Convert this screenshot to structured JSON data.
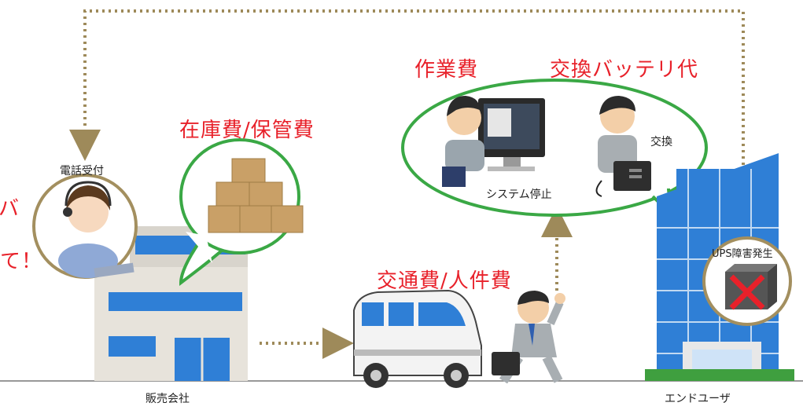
{
  "labels": {
    "phone_reception": "電話受付",
    "sales_company": "販売会社",
    "end_user": "エンドユーザ",
    "inventory_storage_cost": "在庫費/保管費",
    "labor_fee": "作業費",
    "replacement_battery_cost": "交換バッテリ代",
    "transport_personnel_cost": "交通費/人件費",
    "replace": "交換",
    "system_stop": "システム停止",
    "ups_failure": "UPS障害発生",
    "cut_left_1": "バ",
    "cut_left_2": "て！"
  },
  "colors": {
    "cost_text": "#e8212a",
    "bubble_border": "#3aa845",
    "dotted_line": "#9e8a5a",
    "building_blue": "#2f7fd6"
  }
}
